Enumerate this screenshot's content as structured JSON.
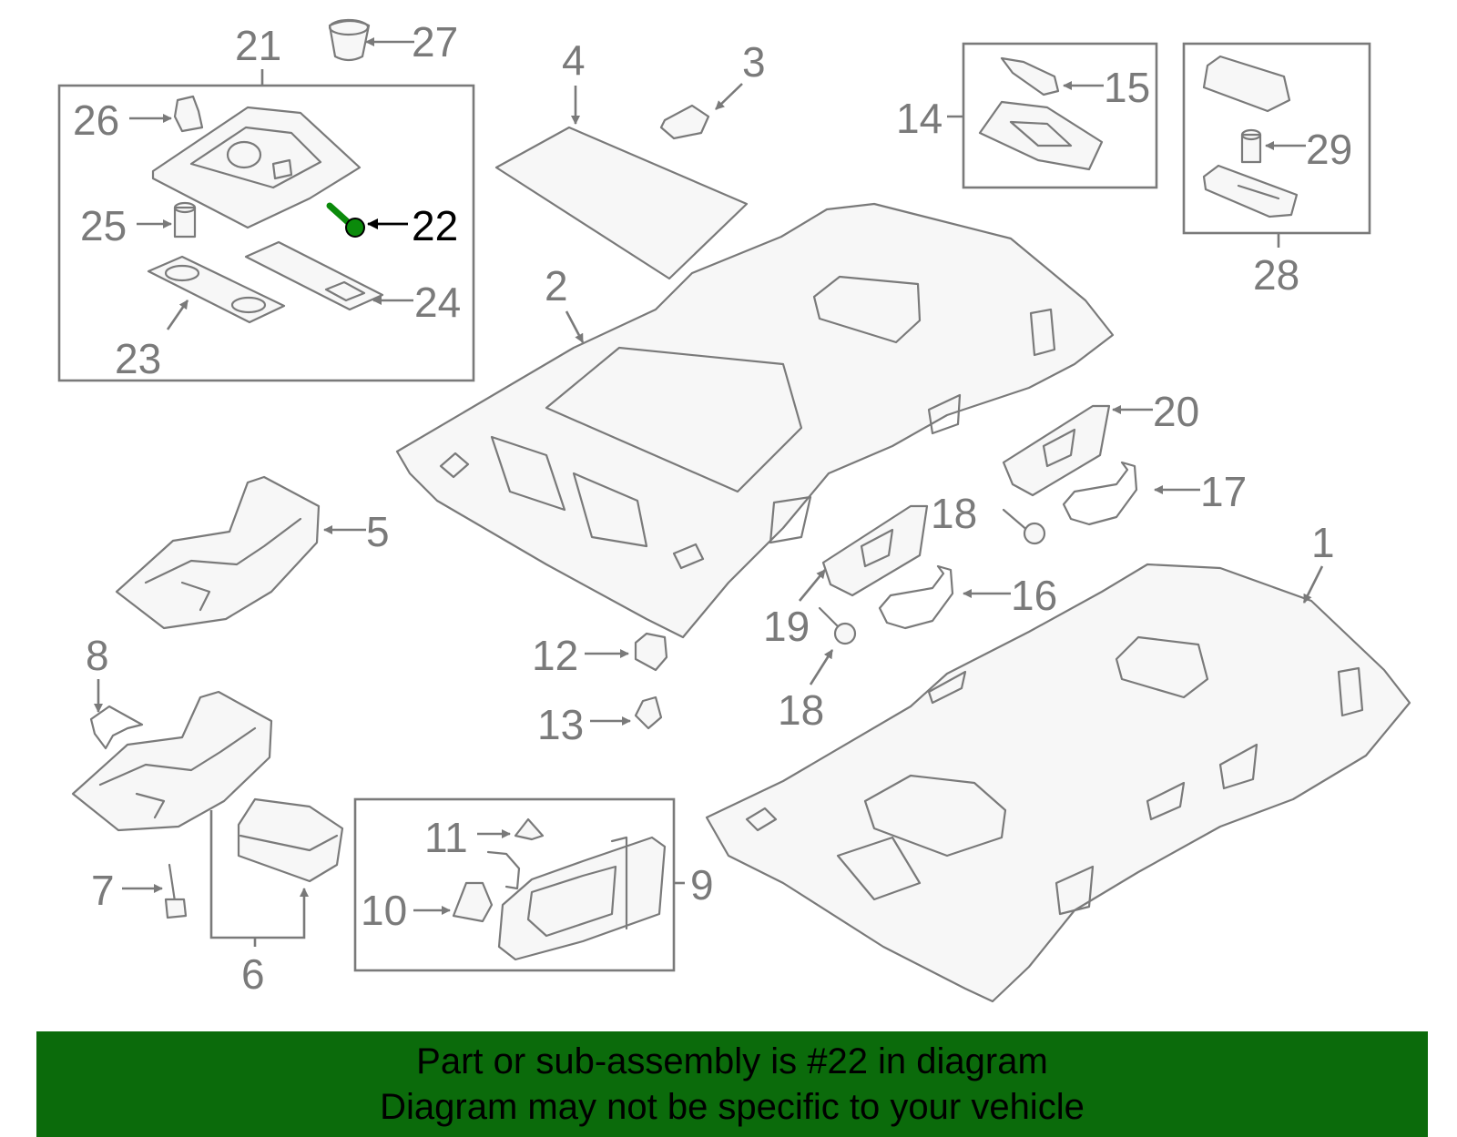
{
  "callouts": {
    "c1": "1",
    "c2": "2",
    "c3": "3",
    "c4": "4",
    "c5": "5",
    "c6": "6",
    "c7": "7",
    "c8": "8",
    "c9": "9",
    "c10": "10",
    "c11": "11",
    "c12": "12",
    "c13": "13",
    "c14": "14",
    "c15": "15",
    "c16": "16",
    "c17": "17",
    "c18a": "18",
    "c18b": "18",
    "c19": "19",
    "c20": "20",
    "c21": "21",
    "c22": "22",
    "c23": "23",
    "c24": "24",
    "c25": "25",
    "c26": "26",
    "c27": "27",
    "c28": "28",
    "c29": "29"
  },
  "highlighted_part": "22",
  "banner": {
    "line1": "Part or sub-assembly is #22 in diagram",
    "line2": "Diagram may not be specific to your vehicle"
  },
  "colors": {
    "banner_background": "#0b6b0b",
    "banner_text": "#000000",
    "line_art": "#7a7a7a",
    "highlight": "#000000",
    "highlight_part": "#0b8a0b"
  }
}
